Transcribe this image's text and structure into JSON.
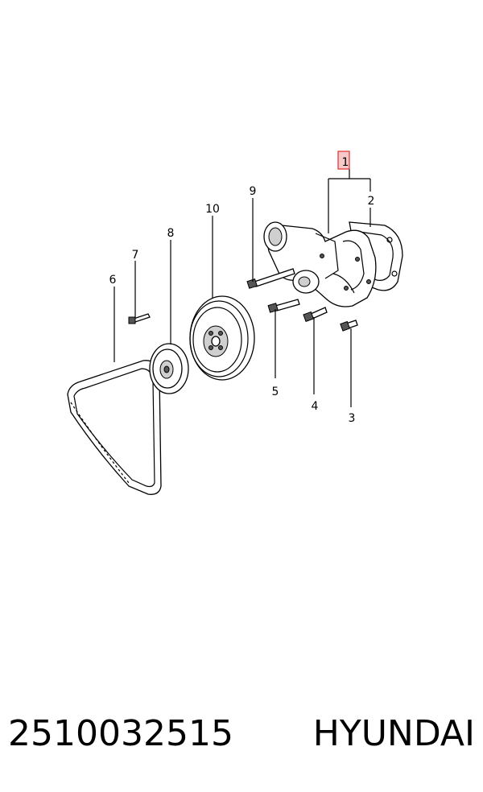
{
  "callouts": {
    "p1": "1",
    "p2": "2",
    "p3": "3",
    "p4": "4",
    "p5": "5",
    "p6": "6",
    "p7": "7",
    "p8": "8",
    "p9": "9",
    "p10": "10"
  },
  "caption": {
    "part_number": "2510032515",
    "brand": "HYUNDAI"
  },
  "colors": {
    "highlight": "#e03030",
    "highlight_fill": "#f6c8c8"
  }
}
